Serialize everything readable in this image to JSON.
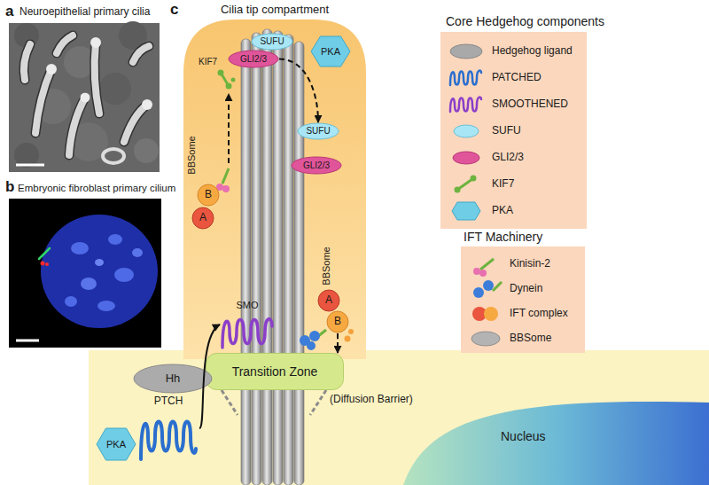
{
  "diagram": {
    "nodes": [
      {
        "text": [
          "Cilia tip compartment"
        ]
      },
      {
        "text": [
          "SUFU"
        ],
        "in": 0
      },
      {
        "text": [
          "PKA"
        ],
        "in": 0
      },
      {
        "text": [
          "GLI2/3"
        ],
        "in": 0
      },
      {
        "text": [
          "SUFU"
        ],
        "in": 0
      },
      {
        "text": [
          "GLI2/3"
        ],
        "in": 0
      },
      {
        "text": [
          "B"
        ],
        "in": 0
      },
      {
        "text": [
          "A"
        ],
        "in": 0
      },
      {
        "text": [
          "A"
        ],
        "in": 0
      },
      {
        "text": [
          "B"
        ],
        "in": 0
      },
      {
        "text": [
          "SMO"
        ],
        "in": 0
      },
      {
        "text": [
          "Transition Zone"
        ]
      },
      {
        "text": [
          "Hh"
        ]
      },
      {
        "text": [
          "PTCH"
        ]
      },
      {
        "text": [
          "PKA"
        ]
      },
      {
        "text": [
          "Nucleus"
        ]
      }
    ],
    "edges": [
      {
        "from": 13,
        "to": 10,
        "arrow": "to"
      },
      {
        "from": 3,
        "to": 4,
        "arrow": "to"
      },
      {
        "from": 9,
        "to": 11,
        "arrow": "to"
      }
    ],
    "labels": [
      "a",
      "Neuroepithelial primary cilia",
      "b",
      "Embryonic fibroblast primary cilium",
      "c",
      "KIF7",
      "BBSome",
      "BBSome",
      "(Diffusion Barrier)",
      "Core Hedgehog components",
      "IFT Machinery"
    ],
    "legend": [
      {
        "text": "Hedgehog ligand"
      },
      {
        "text": "PATCHED"
      },
      {
        "text": "SMOOTHENED"
      },
      {
        "text": "SUFU"
      },
      {
        "text": "GLI2/3"
      },
      {
        "text": "KIF7"
      },
      {
        "text": "PKA"
      },
      {
        "text": "Kinisin-2"
      },
      {
        "text": "Dynein"
      },
      {
        "text": "IFT complex"
      },
      {
        "text": "BBSome"
      }
    ]
  }
}
